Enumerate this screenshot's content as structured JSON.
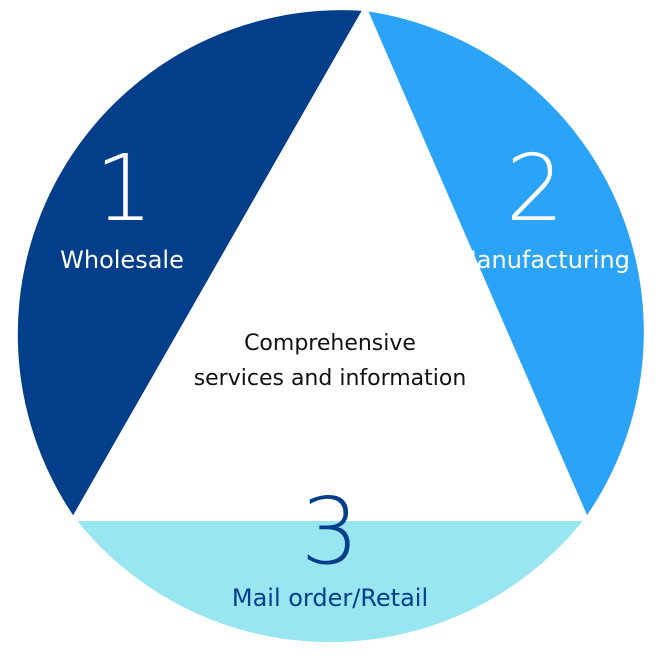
{
  "center": {
    "line1": "Comprehensive",
    "line2": "services and information"
  },
  "segments": [
    {
      "number": "1",
      "label": "Wholesale",
      "color": "#023e8a",
      "text_color": "#ffffff"
    },
    {
      "number": "2",
      "label": "Manufacturing",
      "color": "#2aa3f8",
      "text_color": "#ffffff"
    },
    {
      "number": "3",
      "label": "Mail order/Retail",
      "color": "#98e6f2",
      "text_color": "#023e8a"
    }
  ]
}
